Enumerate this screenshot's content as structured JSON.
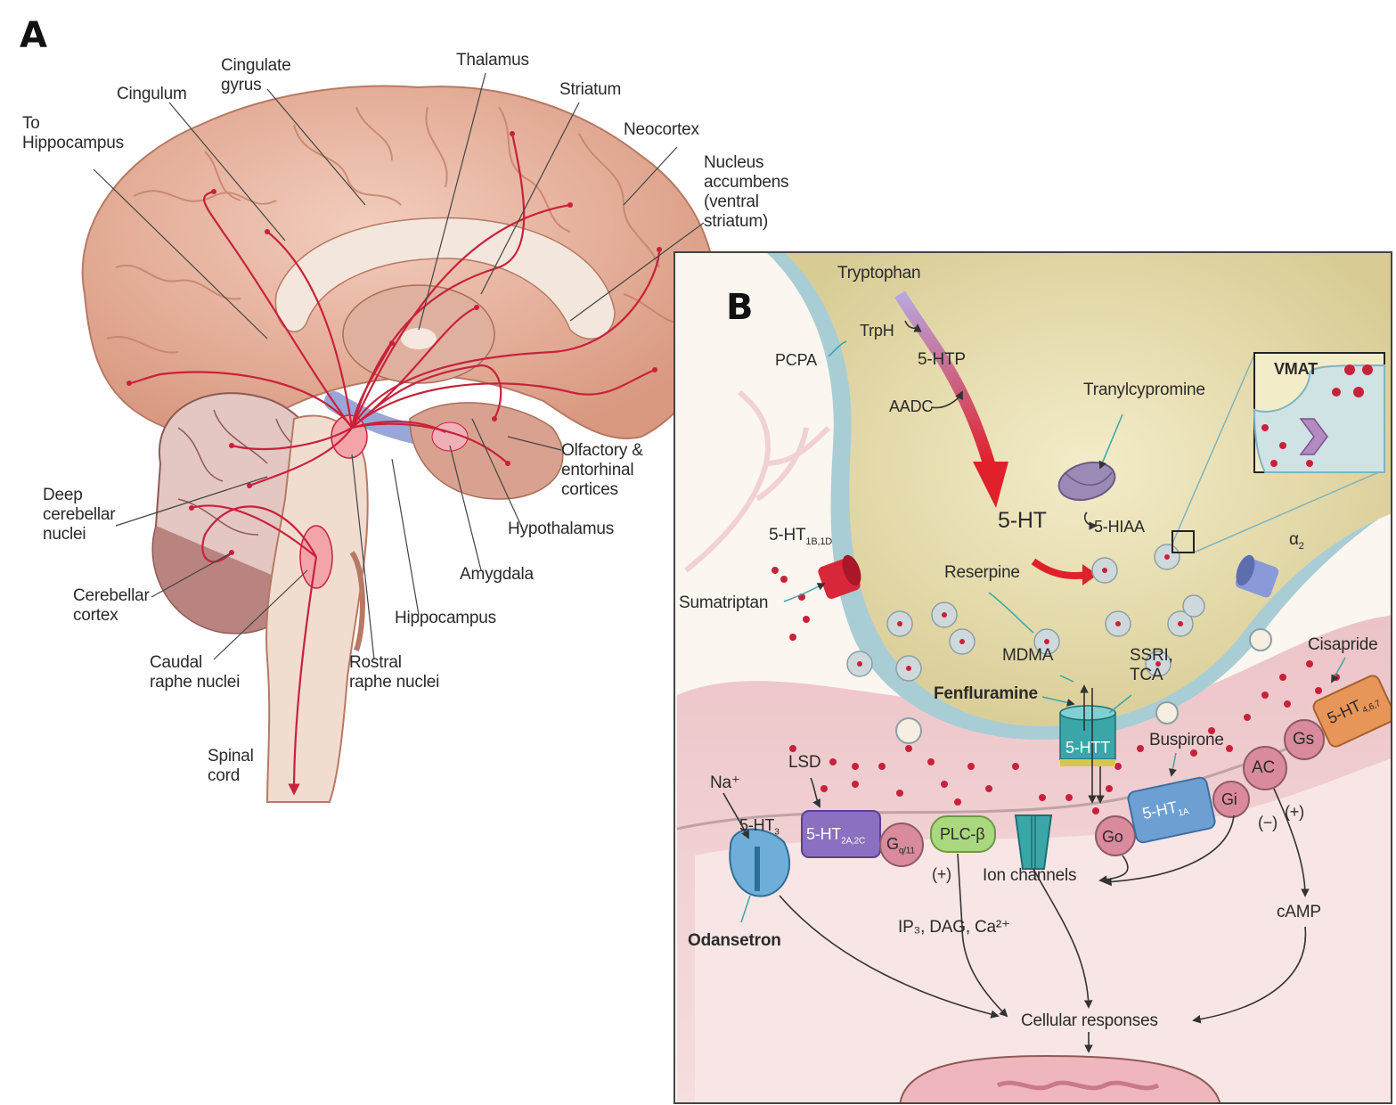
{
  "panels": {
    "a": "A",
    "b": "B"
  },
  "brain_labels": {
    "cingulate_gyrus": "Cingulate\ngyrus",
    "thalamus": "Thalamus",
    "striatum": "Striatum",
    "cingulum": "Cingulum",
    "to_hippocampus": "To\nHippocampus",
    "neocortex": "Neocortex",
    "nucleus_accumbens": "Nucleus\naccumbens\n(ventral\nstriatum)",
    "olfactory": "Olfactory &\nentorhinal\ncortices",
    "deep_cerebellar": "Deep\ncerebellar\nnuclei",
    "hypothalamus": "Hypothalamus",
    "amygdala": "Amygdala",
    "cerebellar_cortex": "Cerebellar\ncortex",
    "hippocampus": "Hippocampus",
    "caudal_raphe": "Caudal\nraphe nuclei",
    "rostral_raphe": "Rostral\nraphe nuclei",
    "spinal_cord": "Spinal\ncord"
  },
  "synapse_labels": {
    "tryptophan": "Tryptophan",
    "trph": "TrpH",
    "pcpa": "PCPA",
    "five_htp": "5-HTP",
    "aadc": "AADC",
    "tranylcypromine": "Tranylcypromine",
    "vmat": "VMAT",
    "five_ht": "5-HT",
    "five_hiaa": "5-HIAA",
    "five_ht_1b1d_base": "5-HT",
    "five_ht_1b1d_sub": "1B,1D",
    "sumatriptan": "Sumatriptan",
    "alpha2_base": "α",
    "alpha2_sub": "2",
    "reserpine": "Reserpine",
    "mdma": "MDMA",
    "ssri": "SSRI,\nTCA",
    "fenfluramine": "Fenfluramine",
    "cisapride": "Cisapride",
    "five_htt": "5-HTT",
    "buspirone": "Buspirone",
    "five_ht_47_base": "5-HT",
    "five_ht_47_sub": "4,6,7",
    "gs": "Gs",
    "ac": "AC",
    "gi": "Gi",
    "lsd": "LSD",
    "na": "Na⁺",
    "five_ht3_base": "5-HT",
    "five_ht3_sub": "3",
    "five_ht2_base": "5-HT",
    "five_ht2_sub": "2A,2C",
    "gq_base": "G",
    "gq_sub": "q/11",
    "plc": "PLC-β",
    "go": "Go",
    "five_ht1a_base": "5-HT",
    "five_ht1a_sub": "1A",
    "minus": "(−)",
    "plus_ac": "(+)",
    "plus_plc": "(+)",
    "ion_channels": "Ion channels",
    "camp": "cAMP",
    "odansetron": "Odansetron",
    "ip3": "IP₃, DAG, Ca²⁺",
    "cellular": "Cellular responses"
  },
  "colors": {
    "brain": "#e9b7a3",
    "serotonin_path": "#c8223b",
    "terminal": "#e8dfb4",
    "postsynaptic": "#f0c8c8",
    "receptor_purple": "#8b6fc0",
    "receptor_blue": "#6e9fd3",
    "plc_green": "#a9d87f",
    "transporter_teal": "#3aa6a8",
    "orange_receptor": "#e8955a"
  }
}
